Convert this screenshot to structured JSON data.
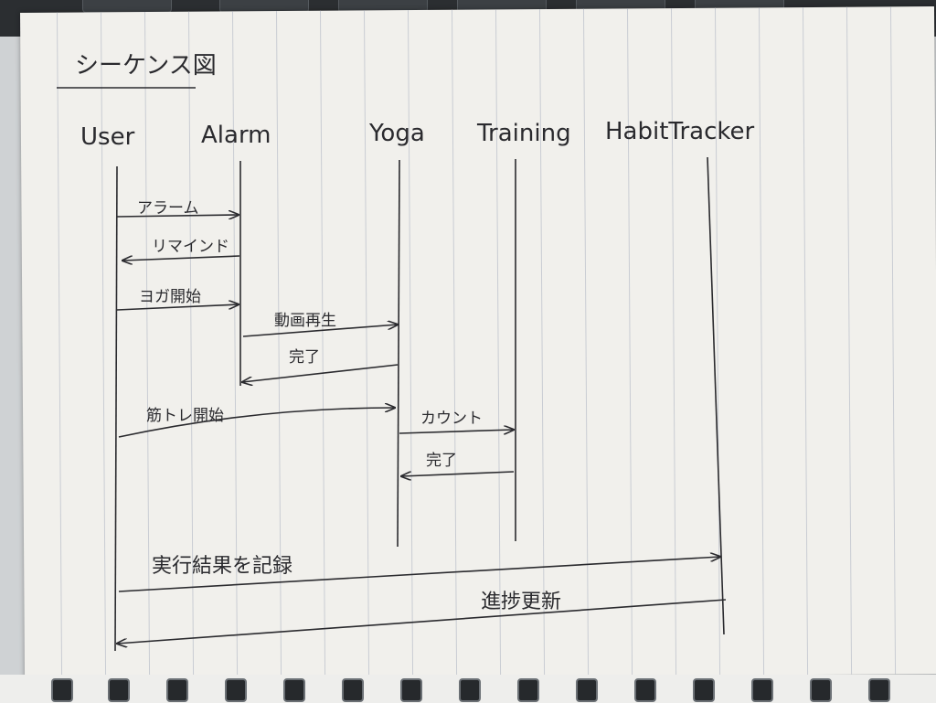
{
  "diagram": {
    "title": "シーケンス図",
    "participants": [
      {
        "id": "user",
        "label": "User"
      },
      {
        "id": "alarm",
        "label": "Alarm"
      },
      {
        "id": "yoga",
        "label": "Yoga"
      },
      {
        "id": "training",
        "label": "Training"
      },
      {
        "id": "habit",
        "label": "HabitTracker"
      }
    ],
    "messages": [
      {
        "from": "user",
        "to": "alarm",
        "label": "アラーム"
      },
      {
        "from": "alarm",
        "to": "user",
        "label": "リマインド"
      },
      {
        "from": "user",
        "to": "alarm",
        "label": "ヨガ開始"
      },
      {
        "from": "alarm",
        "to": "yoga",
        "label": "動画再生"
      },
      {
        "from": "yoga",
        "to": "alarm",
        "label": "完了"
      },
      {
        "from": "user",
        "to": "yoga",
        "label": "筋トレ開始"
      },
      {
        "from": "yoga",
        "to": "training",
        "label": "カウント"
      },
      {
        "from": "training",
        "to": "yoga",
        "label": "完了"
      },
      {
        "from": "user",
        "to": "habit",
        "label": "実行結果を記録"
      },
      {
        "from": "habit",
        "to": "user",
        "label": "進捗更新"
      }
    ]
  }
}
